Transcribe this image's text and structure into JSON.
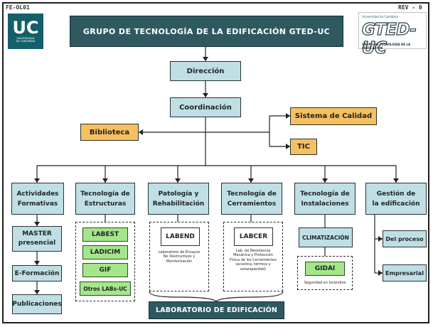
{
  "corner": {
    "left_code": "FE-OL01",
    "right_code": "REV - 0"
  },
  "logo_uc": {
    "mark": "UC",
    "caption_line1": "UNIVERSIDAD",
    "caption_line2": "DE CANTABRIA"
  },
  "logo_gted": {
    "top_line": "Universidad de Cantabria",
    "wordmark": "GTED-UC",
    "bottom_line": "GRUPO DE TECNOLOGÍA DE LA EDIFICACIÓN"
  },
  "title": "GRUPO DE TECNOLOGÍA DE LA EDIFICACIÓN GTED-UC",
  "direccion": "Dirección",
  "coordinacion": "Coordinación",
  "biblioteca": "Biblioteca",
  "sistema_calidad": "Sistema de Calidad",
  "tic": "TIC",
  "columns": [
    {
      "line1": "Actividades",
      "line2": "Formativas"
    },
    {
      "line1": "Tecnología de",
      "line2": "Estructuras"
    },
    {
      "line1": "Patología y",
      "line2": "Rehabilitación"
    },
    {
      "line1": "Tecnología de",
      "line2": "Cerramientos"
    },
    {
      "line1": "Tecnología de",
      "line2": "Instalaciones"
    },
    {
      "line1": "Gestión de",
      "line2": "la edificación"
    }
  ],
  "formativas": {
    "master_line1": "MASTER",
    "master_line2": "presencial",
    "eformacion": "E-Formación",
    "publicaciones": "Publicaciones"
  },
  "estructuras": [
    "LABEST",
    "LADICIM",
    "GIF",
    "Otros LABs-UC"
  ],
  "patologia": {
    "lab": "LABEND",
    "note_line1": "Laboratorio de Ensayos",
    "note_line2": "No Destructivos y",
    "note_line3": "Monitorización"
  },
  "cerramientos": {
    "lab": "LABCER",
    "note_line1": "Lab. de Resistencia",
    "note_line2": "Mecánica y Protección",
    "note_line3": "Física de los Cerramientos",
    "note_line4": "(acústica, térmica y",
    "note_line5": "estanqueidad)"
  },
  "instalaciones": {
    "climatizacion": "CLIMATIZACIÓN",
    "gidai": "GIDAI",
    "gidai_note": "Seguridad en Incendios"
  },
  "gestion": {
    "del_proceso": "Del proceso",
    "empresarial": "Empresarial"
  },
  "laboratorio": "LABORATORIO DE EDIFICACIÓN",
  "colors": {
    "title_bg": "#2f5961",
    "teal_box": "#bfdfe4",
    "orange_box": "#f6c05e",
    "green_box": "#a5e68b",
    "uc_logo": "#14606a"
  }
}
